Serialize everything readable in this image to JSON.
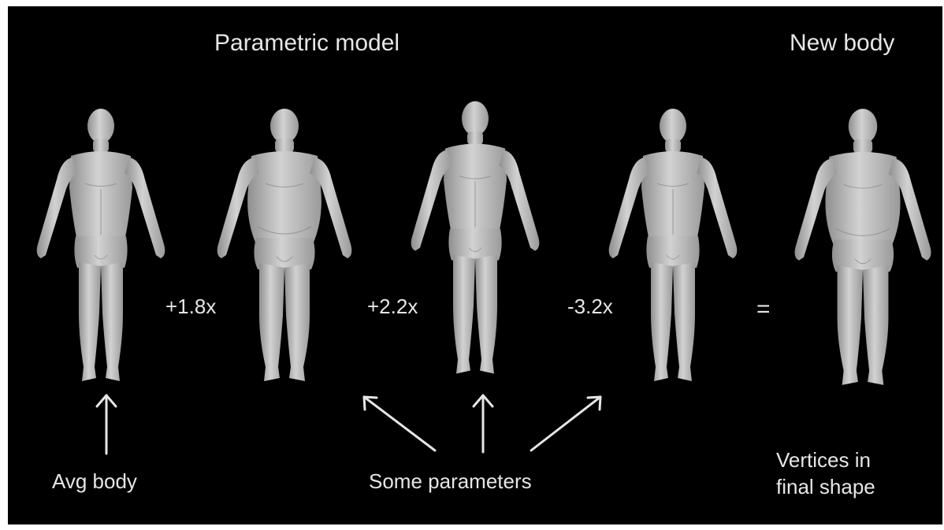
{
  "headings": {
    "parametric_model": "Parametric model",
    "new_body": "New body"
  },
  "coefficients": [
    "+1.8x",
    "+2.2x",
    "-3.2x"
  ],
  "equals": "=",
  "labels": {
    "avg_body": "Avg body",
    "some_parameters": "Some parameters",
    "vertices_line1": "Vertices in",
    "vertices_line2": "final shape"
  },
  "colors": {
    "background": "#000000",
    "text": "#e6e6e6",
    "body": "#bdbdbd"
  },
  "figures": [
    {
      "name": "avg-body-figure",
      "belly": 1.0
    },
    {
      "name": "param1-body-figure",
      "belly": 1.25
    },
    {
      "name": "param2-body-figure",
      "belly": 0.95
    },
    {
      "name": "param3-body-figure",
      "belly": 1.0
    },
    {
      "name": "new-body-figure",
      "belly": 1.15
    }
  ]
}
